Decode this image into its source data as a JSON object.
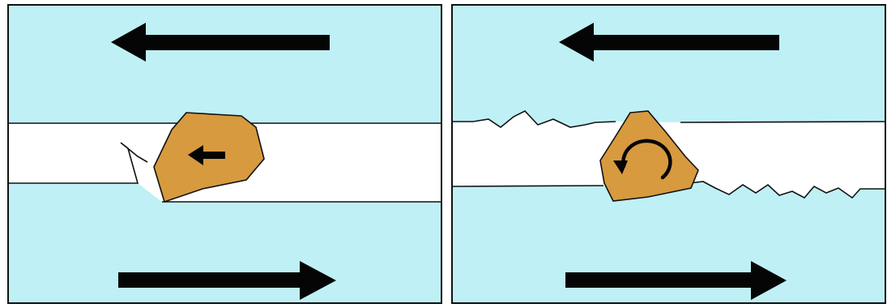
{
  "colors": {
    "plate": "#bff0f5",
    "gap": "#ffffff",
    "particle": "#d79a3e",
    "outline": "#111111",
    "arrow": "#050505",
    "background": "#ffffff"
  },
  "panels": [
    {
      "id": "left",
      "particle_motion": "sliding",
      "top_plate_direction": "left",
      "bottom_plate_direction": "right",
      "icons": [
        "arrow-left-icon",
        "arrow-right-icon",
        "small-arrow-left-icon"
      ]
    },
    {
      "id": "right",
      "particle_motion": "rolling",
      "top_plate_direction": "left",
      "bottom_plate_direction": "right",
      "icons": [
        "arrow-left-icon",
        "arrow-right-icon",
        "rotation-arrow-icon"
      ]
    }
  ]
}
